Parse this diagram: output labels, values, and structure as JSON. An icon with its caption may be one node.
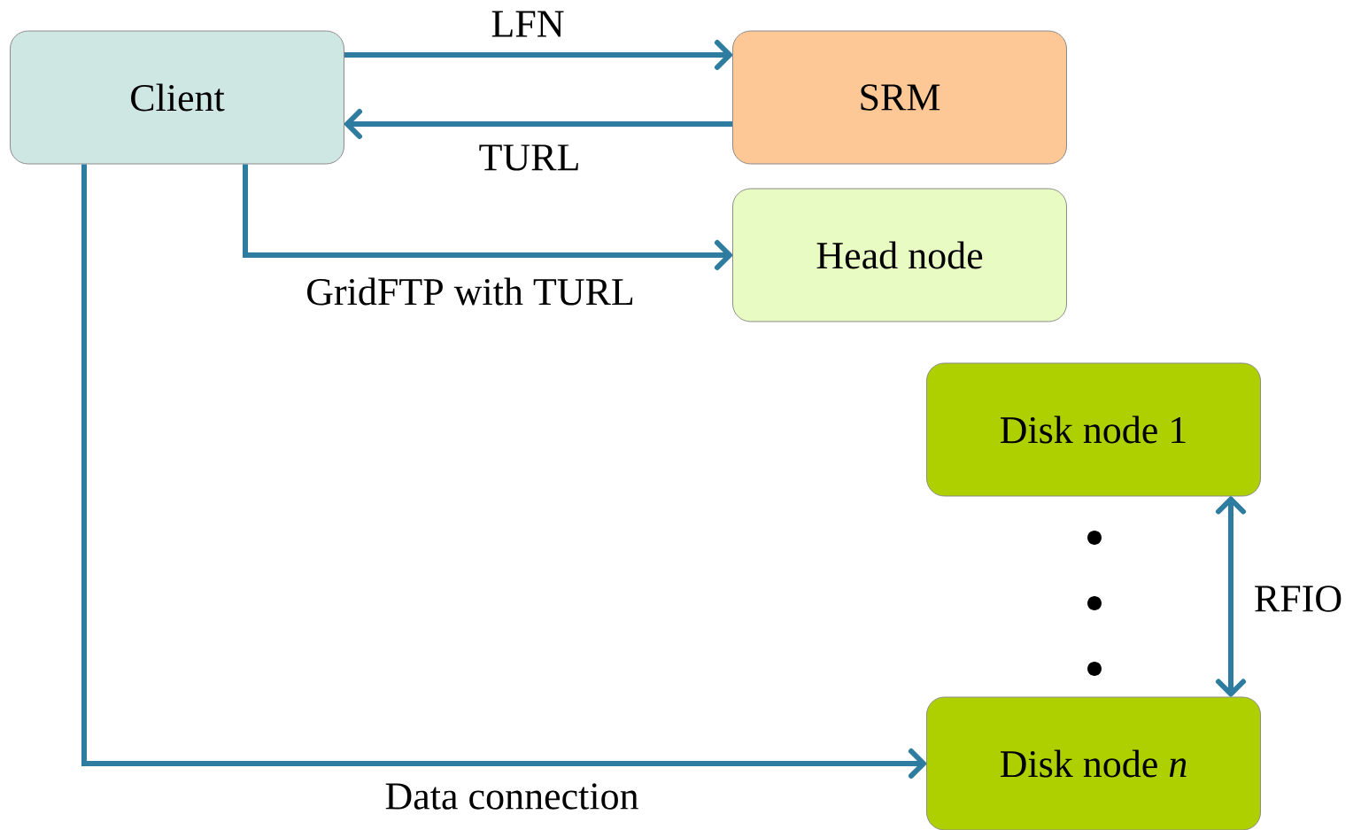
{
  "diagram": {
    "nodes": [
      {
        "text": [
          "Client"
        ]
      },
      {
        "text": [
          "SRM"
        ]
      },
      {
        "text": [
          "Head node"
        ]
      },
      {
        "text": [
          "Disk node 1"
        ]
      },
      {
        "text": [
          "Disk node *n*"
        ]
      }
    ],
    "edges": [
      {
        "from": 0,
        "to": 1,
        "arrow": "to",
        "label": "LFN"
      },
      {
        "from": 1,
        "to": 0,
        "arrow": "to",
        "label": "TURL"
      },
      {
        "from": 0,
        "to": 2,
        "arrow": "to",
        "label": "GridFTP with TURL"
      },
      {
        "from": 0,
        "to": 4,
        "arrow": "to",
        "label": "Data connection"
      },
      {
        "from": 3,
        "to": 4,
        "arrow": "both",
        "label": "RFIO"
      }
    ]
  }
}
